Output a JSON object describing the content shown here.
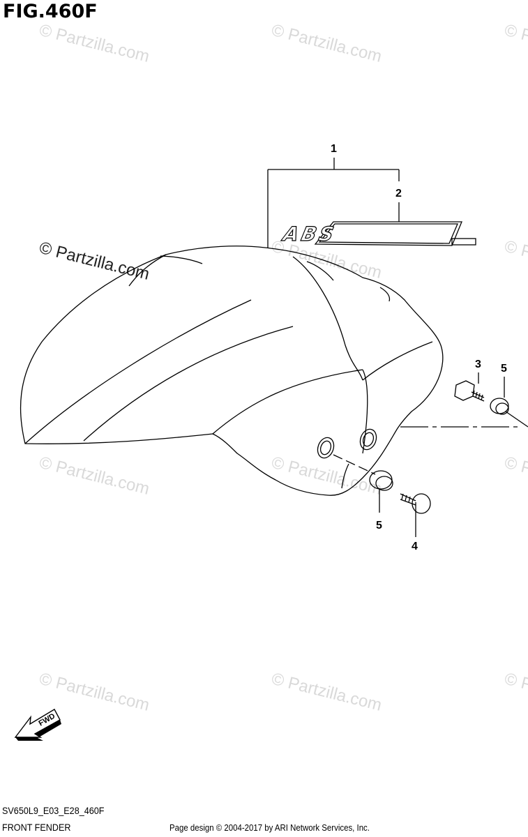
{
  "figure": {
    "title": "FIG.460F"
  },
  "watermark": {
    "text": "© Partzilla.com",
    "color": "#d9d9d9"
  },
  "callouts": {
    "p1": "1",
    "p2": "2",
    "p3": "3",
    "p4": "4",
    "p5a": "5",
    "p5b": "5"
  },
  "decal": {
    "text": "ABS"
  },
  "fwd": {
    "label": "FWD"
  },
  "footer": {
    "code": "SV650L9_E03_E28_460F",
    "name": "FRONT FENDER",
    "credit": "Page design © 2004-2017 by ARI Network Services, Inc."
  }
}
